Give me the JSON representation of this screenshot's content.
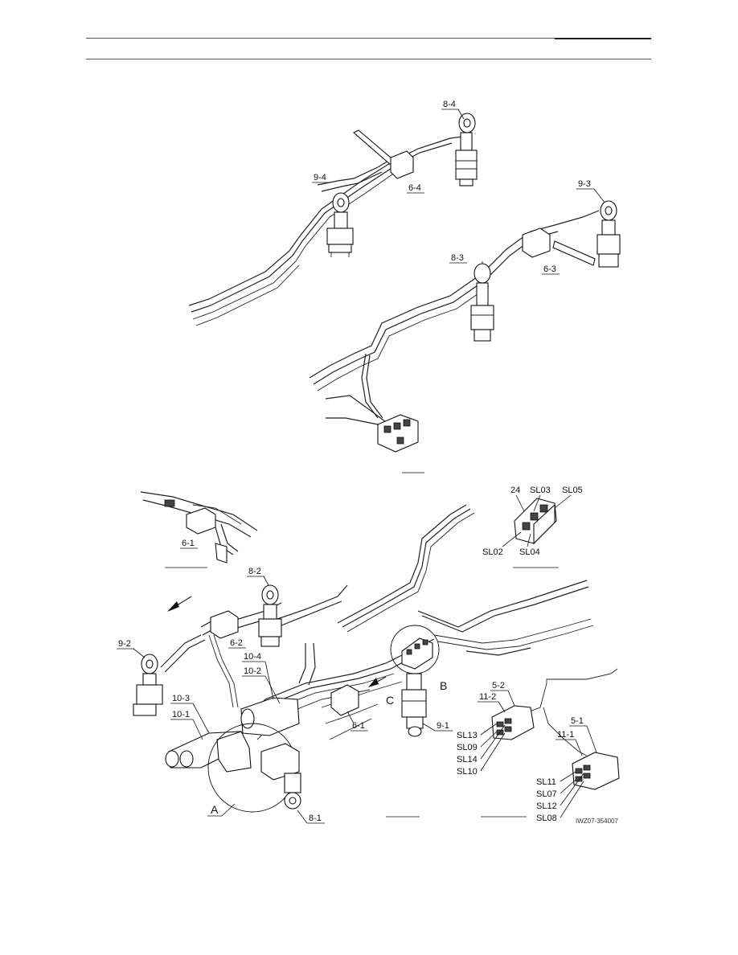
{
  "labels": {
    "l_8_4": "8-4",
    "l_9_4": "9-4",
    "l_6_4": "6-4",
    "l_9_3": "9-3",
    "l_8_3": "8-3",
    "l_6_3": "6-3",
    "l_6_1_inset": "6-1",
    "l_24": "24",
    "l_SL03": "SL03",
    "l_SL05": "SL05",
    "l_SL02": "SL02",
    "l_SL04": "SL04",
    "l_8_2": "8-2",
    "l_9_2": "9-2",
    "l_6_2": "6-2",
    "l_10_4": "10-4",
    "l_10_2": "10-2",
    "l_10_3": "10-3",
    "l_10_1": "10-1",
    "l_A": "A",
    "l_8_1": "8-1",
    "l_6_1": "6-1",
    "l_9_1": "9-1",
    "l_B": "B",
    "l_C": "C",
    "l_5_2": "5-2",
    "l_11_2": "11-2",
    "l_SL13": "SL13",
    "l_SL09": "SL09",
    "l_SL14": "SL14",
    "l_SL10": "SL10",
    "l_5_1": "5-1",
    "l_11_1": "11-1",
    "l_SL11": "SL11",
    "l_SL07": "SL07",
    "l_SL12": "SL12",
    "l_SL08": "SL08",
    "drawing_code": "IWZ07-354007"
  },
  "colors": {
    "line": "#222222",
    "rule": "#555555",
    "background": "#ffffff"
  }
}
